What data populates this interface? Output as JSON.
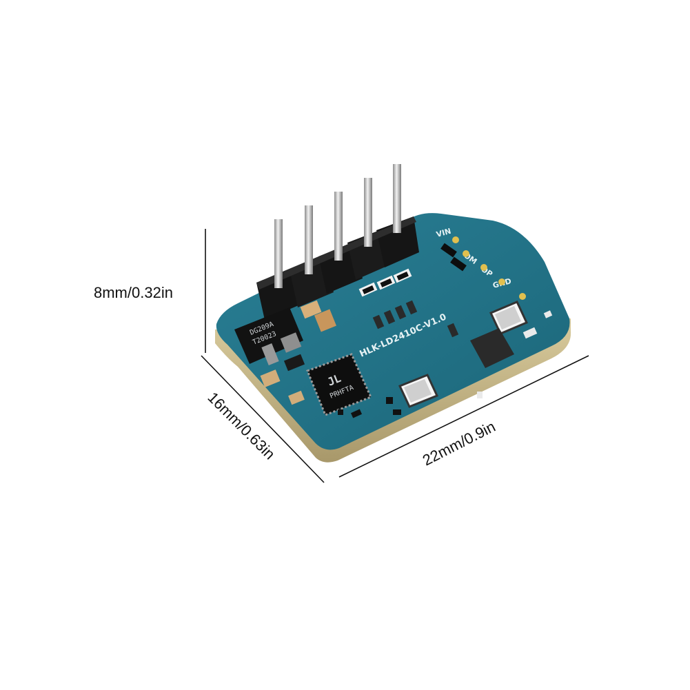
{
  "dimensions": {
    "height_label": "8mm/0.32in",
    "depth_label": "16mm/0.63in",
    "width_label": "22mm/0.9in"
  },
  "board": {
    "model_silkscreen": "HLK-LD2410C-V1.0",
    "pin_labels": [
      "VIN",
      "OM",
      "OP",
      "GND"
    ],
    "regulator_marking_1": "DG209A",
    "regulator_marking_2": "T20023",
    "mcu_marking": "PRHFTA"
  },
  "colors": {
    "pcb": "#1f6f84",
    "pcb_edge": "#c9b88a",
    "header": "#1a1a1a",
    "pin": "#c9c9c9"
  }
}
